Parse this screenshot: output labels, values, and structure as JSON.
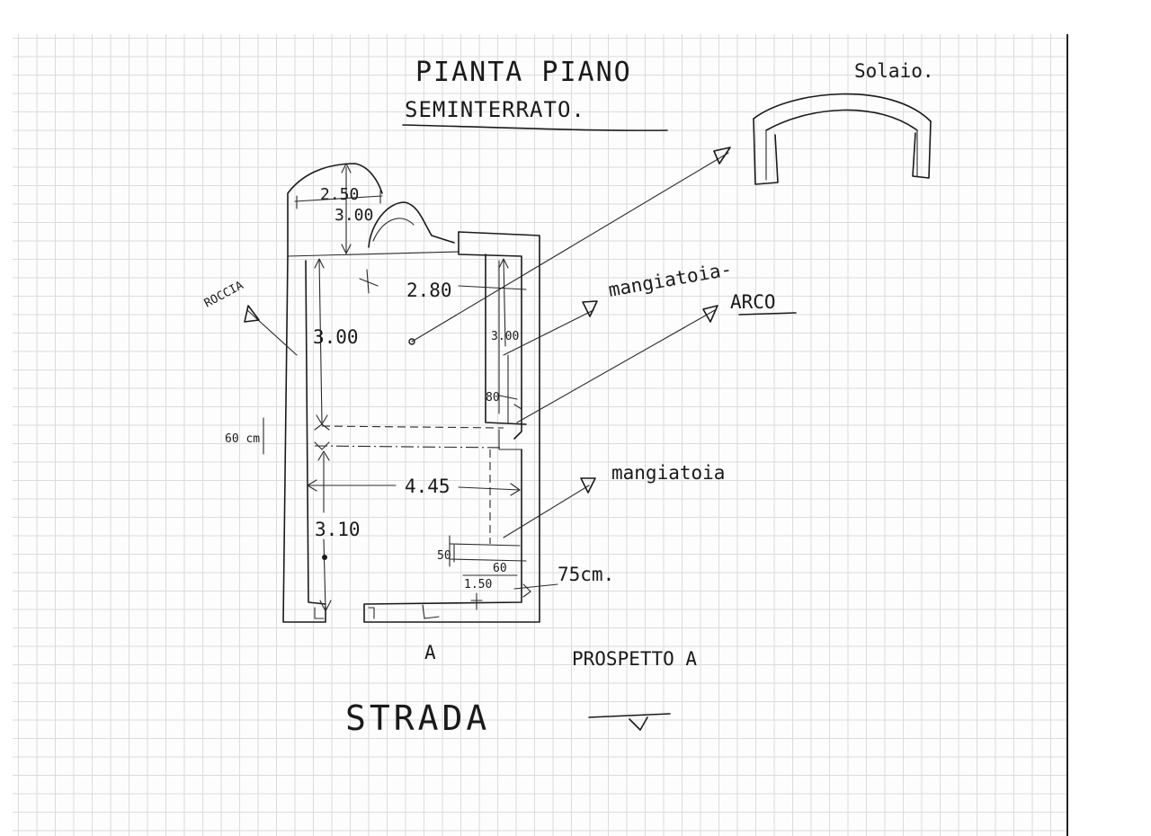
{
  "titles": {
    "title_line1": "PIANTA PIANO",
    "title_line2": "SEMINTERRATO.",
    "solaio": "Solaio."
  },
  "labels": {
    "roccia": "ROCCIA",
    "mangiatoia_arco": "mangiatoia-",
    "arco": "ARCO",
    "mangiatoia": "mangiatoia",
    "prospetto": "PROSPETTO A",
    "section_marker": "A",
    "strada": "STRADA"
  },
  "dimensions": {
    "d_250": "2.50",
    "d_300_top": "3.00",
    "d_280": "2.80",
    "d_300_left": "3.00",
    "d_300_right": "3.00",
    "d_80": "80",
    "d_60cm": "60 cm",
    "d_445": "4.45",
    "d_310": "3.10",
    "d_50": "50",
    "d_60": "60",
    "d_150": "1.50",
    "d_75cm": "75cm."
  }
}
